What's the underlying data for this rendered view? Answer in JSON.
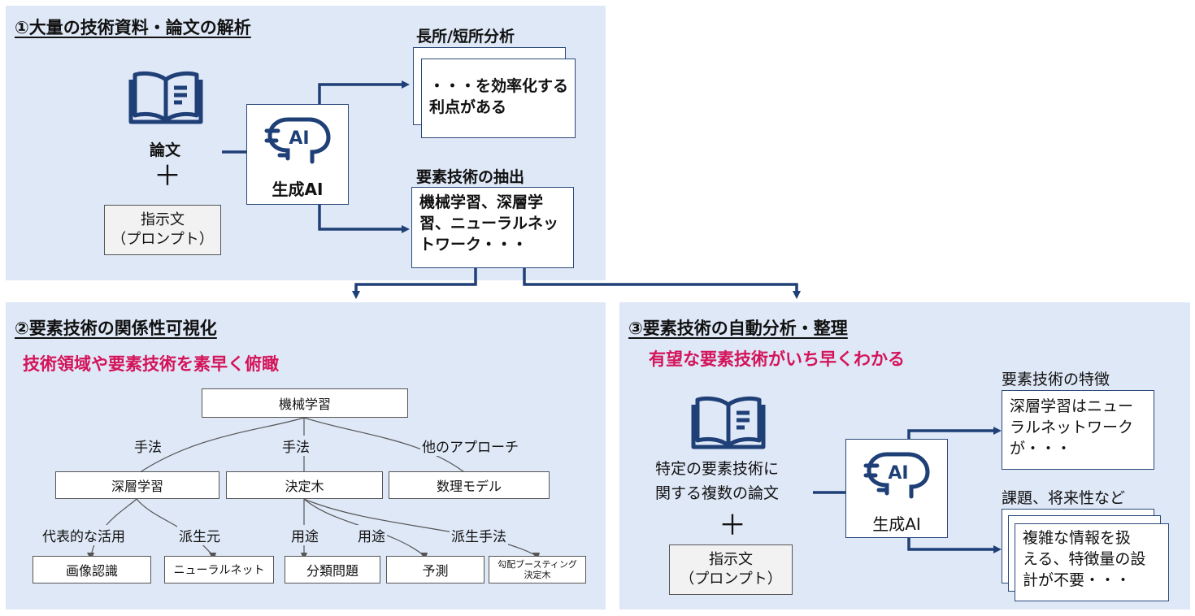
{
  "panel1": {
    "title": "①大量の技術資料・論文の解析",
    "paper_label": "論文",
    "plus": "＋",
    "prompt": "指示文\n（プロンプト）",
    "ai_label": "生成AI",
    "ai_icon_text": "AI",
    "analysis_heading": "長所/短所分析",
    "analysis_text": "・・・を効率化する\n利点がある",
    "extract_heading": "要素技術の抽出",
    "extract_text": "機械学習、深層学\n習、ニューラルネッ\nトワーク・・・"
  },
  "panel2": {
    "title": "②要素技術の関係性可視化",
    "subtitle": "技術領域や要素技術を素早く俯瞰",
    "tree": {
      "root": "機械学習",
      "level1": [
        "深層学習",
        "決定木",
        "数理モデル"
      ],
      "level1_edges": [
        "手法",
        "手法",
        "他のアプローチ"
      ],
      "leaves": [
        "画像認識",
        "ニューラルネット",
        "分類問題",
        "予測",
        "勾配ブースティング\n決定木"
      ],
      "leaf_edges": [
        "代表的な活用",
        "派生元",
        "用途",
        "用途",
        "派生手法"
      ]
    }
  },
  "panel3": {
    "title": "③要素技術の自動分析・整理",
    "subtitle": "有望な要素技術がいち早くわかる",
    "paper_label": "特定の要素技術に\n関する複数の論文",
    "plus": "＋",
    "prompt": "指示文\n（プロンプト）",
    "ai_label": "生成AI",
    "ai_icon_text": "AI",
    "feature_heading": "要素技術の特徴",
    "feature_text": "深層学習はニュー\nラルネットワーク\nが・・・",
    "issue_heading": "課題、将来性など",
    "issue_text": "複雑な情報を扱\nえる、特徴量の設\n計が不要・・・"
  },
  "colors": {
    "panel_bg": "#dfe8f7",
    "arrow": "#1f3f77",
    "highlight": "#d4145a"
  }
}
